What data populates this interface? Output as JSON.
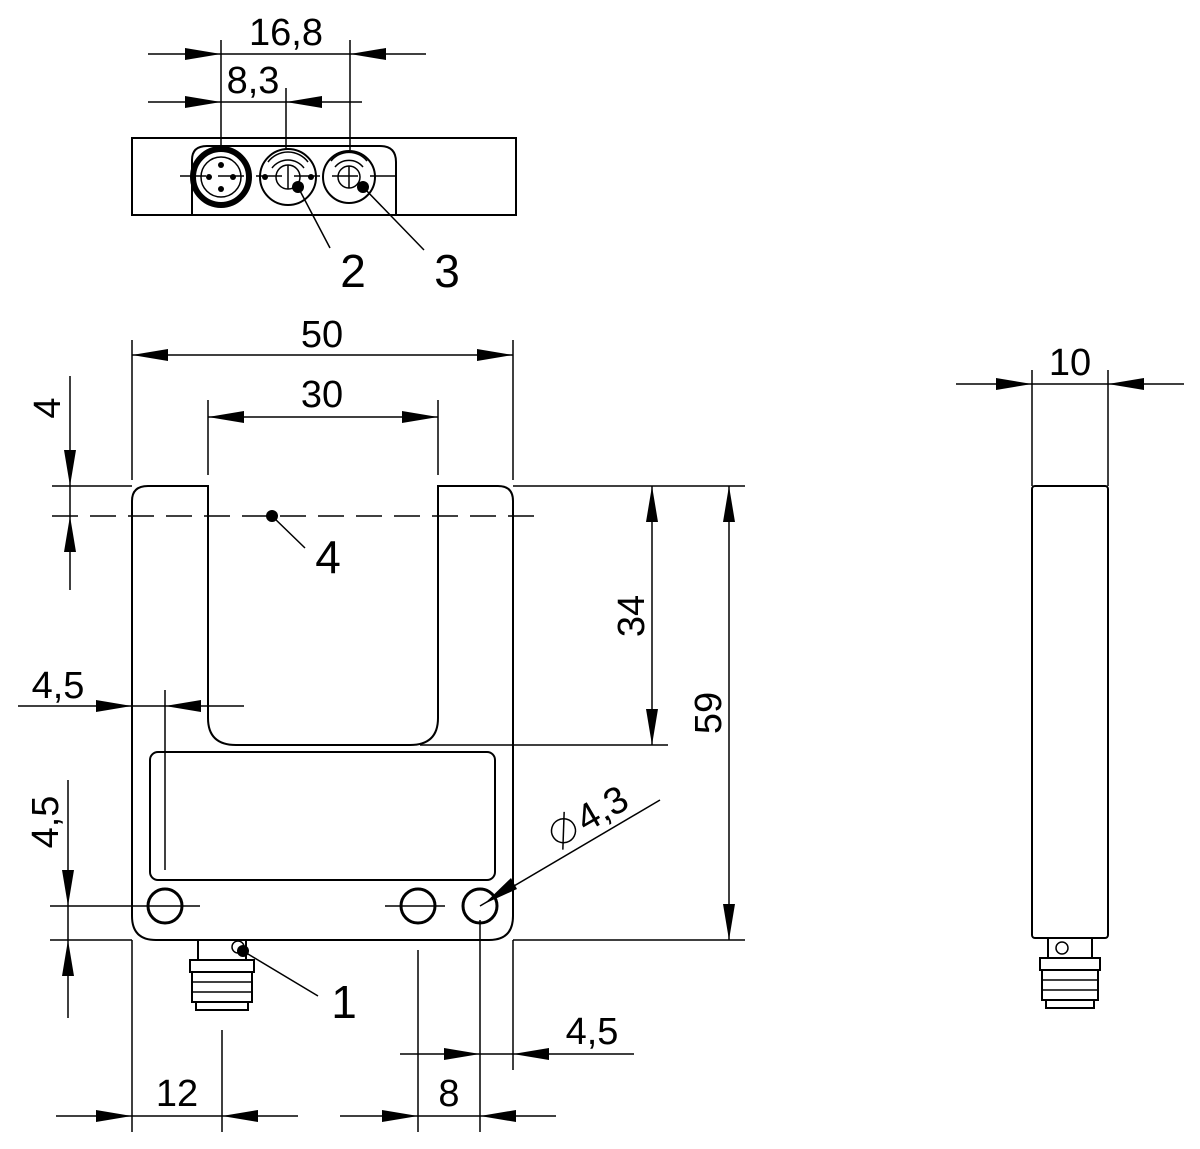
{
  "dimensions": {
    "top_width": "16,8",
    "top_offset": "8,3",
    "overall_width": "50",
    "slot_width": "30",
    "axis_offset": "4",
    "slot_depth": "34",
    "overall_height": "59",
    "hole_edge_x": "4,5",
    "hole_edge_y": "4,5",
    "hole_diameter": "4,3",
    "hole_edge_right": "4,5",
    "connector_offset": "12",
    "hole_spacing": "8",
    "thickness": "10"
  },
  "callouts": {
    "connector": "1",
    "led_2": "2",
    "led_3": "3",
    "optical_axis": "4"
  },
  "symbols": {
    "diameter": "diameter-symbol"
  }
}
